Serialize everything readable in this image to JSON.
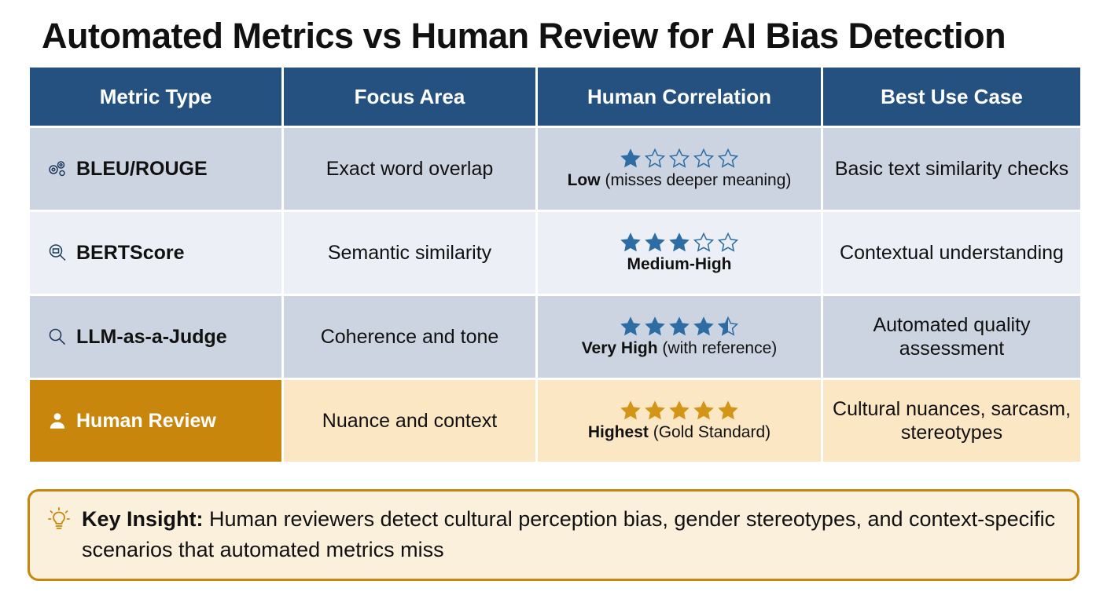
{
  "title": "Automated Metrics vs Human Review for AI Bias Detection",
  "colors": {
    "header_blue": "#255180",
    "row_a": "#ccd3e1",
    "row_b": "#eceff6",
    "highlight_gold": "#c8860d",
    "highlight_cream": "#fce7c4",
    "star_blue": "#2e6da4",
    "star_gold": "#d39518",
    "insight_bg": "#fbf0dc"
  },
  "table": {
    "headers": [
      "Metric Type",
      "Focus Area",
      "Human Correlation",
      "Best Use Case"
    ],
    "rows": [
      {
        "icon": "gears-icon",
        "metric": "BLEU/ROUGE",
        "focus": "Exact word overlap",
        "stars_filled": 1,
        "stars_half": 0,
        "stars_total": 5,
        "correlation_level": "Low",
        "correlation_note": "(misses deeper meaning)",
        "use_case": "Basic text similarity checks",
        "highlight": false
      },
      {
        "icon": "data-magnifier-icon",
        "metric": "BERTScore",
        "focus": "Semantic similarity",
        "stars_filled": 3,
        "stars_half": 0,
        "stars_total": 5,
        "correlation_level": "Medium-High",
        "correlation_note": "",
        "use_case": "Contextual understanding",
        "highlight": false
      },
      {
        "icon": "magnifier-icon",
        "metric": "LLM-as-a-Judge",
        "focus": "Coherence and tone",
        "stars_filled": 4,
        "stars_half": 1,
        "stars_total": 5,
        "correlation_level": "Very High",
        "correlation_note": "(with reference)",
        "use_case": "Automated quality assessment",
        "highlight": false
      },
      {
        "icon": "person-icon",
        "metric": "Human Review",
        "focus": "Nuance and context",
        "stars_filled": 5,
        "stars_half": 0,
        "stars_total": 5,
        "correlation_level": "Highest",
        "correlation_note": "(Gold Standard)",
        "use_case": "Cultural nuances, sarcasm, stereotypes",
        "highlight": true
      }
    ]
  },
  "insight": {
    "icon": "lightbulb-icon",
    "label": "Key Insight:",
    "text": "Human reviewers detect cultural perception bias, gender stereotypes, and context-specific scenarios that automated metrics miss"
  }
}
